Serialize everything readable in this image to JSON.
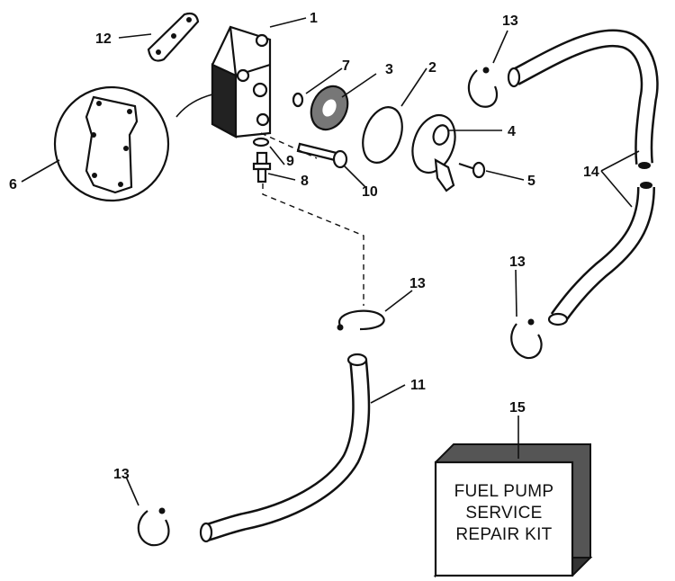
{
  "callouts": {
    "c1": "1",
    "c2": "2",
    "c3": "3",
    "c4": "4",
    "c5": "5",
    "c6": "6",
    "c7": "7",
    "c8": "8",
    "c9": "9",
    "c10": "10",
    "c11": "11",
    "c12": "12",
    "c13a": "13",
    "c13b": "13",
    "c13c": "13",
    "c13d": "13",
    "c14": "14",
    "c15": "15"
  },
  "kit": {
    "line1": "FUEL PUMP",
    "line2": "SERVICE",
    "line3": "REPAIR KIT"
  },
  "colors": {
    "ink": "#111111",
    "paper": "#ffffff",
    "kit_side": "#555555"
  }
}
